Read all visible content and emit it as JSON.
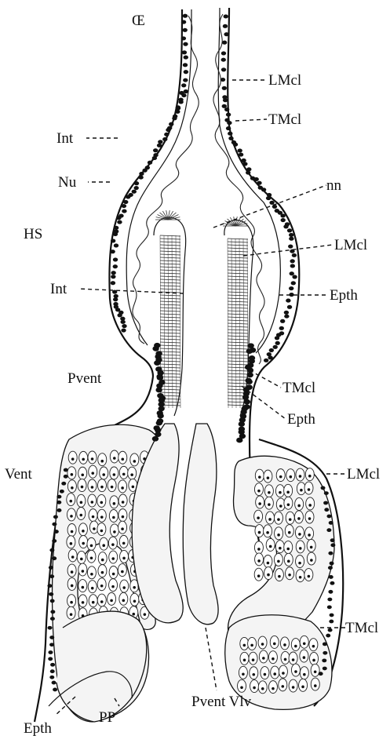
{
  "labels": {
    "oe": "Œ",
    "lmcl_top": "LMcl",
    "tmcl_top": "TMcl",
    "int_left": "Int",
    "nu": "Nu",
    "nn": "nn",
    "hs": "HS",
    "lmcl_mid": "LMcl",
    "int_mid": "Int",
    "epth_right": "Epth",
    "pvent": "Pvent",
    "tmcl_mid": "TMcl",
    "epth_mid": "Epth",
    "vent": "Vent",
    "lmcl_low": "LMcl",
    "tmcl_low": "TMcl",
    "pvent_vlv": "Pvent Vlv",
    "epth_bottom": "Epth",
    "pp": "PP"
  }
}
